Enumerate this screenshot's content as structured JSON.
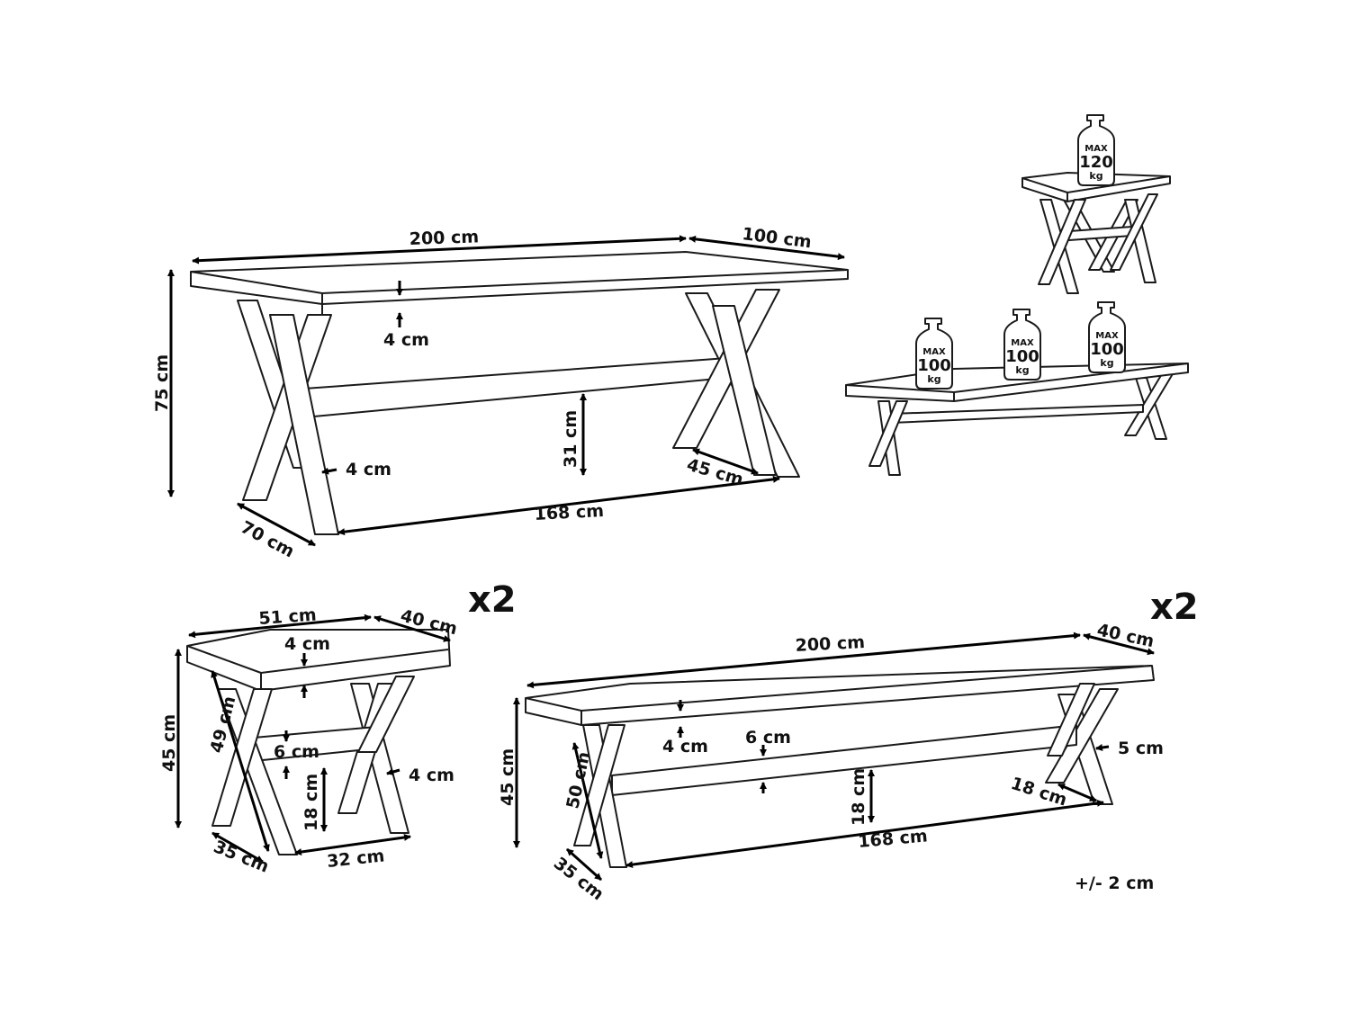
{
  "table": {
    "length": "200 cm",
    "depth": "100 cm",
    "top_thickness": "4 cm",
    "height": "75 cm",
    "stretcher_height": "31 cm",
    "leg_width": "4 cm",
    "leg_foot": "45 cm",
    "leg_spread": "70 cm",
    "leg_distance": "168 cm"
  },
  "stool": {
    "quantity": "x2",
    "length": "51 cm",
    "depth": "40 cm",
    "top_thickness": "4 cm",
    "height": "45 cm",
    "leg_length": "49 cm",
    "stretcher_thickness": "6 cm",
    "stretcher_height": "18 cm",
    "leg_width": "4 cm",
    "leg_spread": "35 cm",
    "leg_distance": "32 cm"
  },
  "bench": {
    "quantity": "x2",
    "length": "200 cm",
    "depth": "40 cm",
    "top_thickness": "4 cm",
    "stretcher_thickness": "6 cm",
    "height": "45 cm",
    "leg_length": "50 cm",
    "leg_width": "5 cm",
    "leg_foot": "18 cm",
    "stretcher_height": "18 cm",
    "leg_spread": "35 cm",
    "leg_distance": "168 cm"
  },
  "load_stool": {
    "max": "MAX",
    "value": "120",
    "unit": "kg"
  },
  "load_bench": [
    {
      "max": "MAX",
      "value": "100",
      "unit": "kg"
    },
    {
      "max": "MAX",
      "value": "100",
      "unit": "kg"
    },
    {
      "max": "MAX",
      "value": "100",
      "unit": "kg"
    }
  ],
  "tolerance": "+/- 2 cm"
}
